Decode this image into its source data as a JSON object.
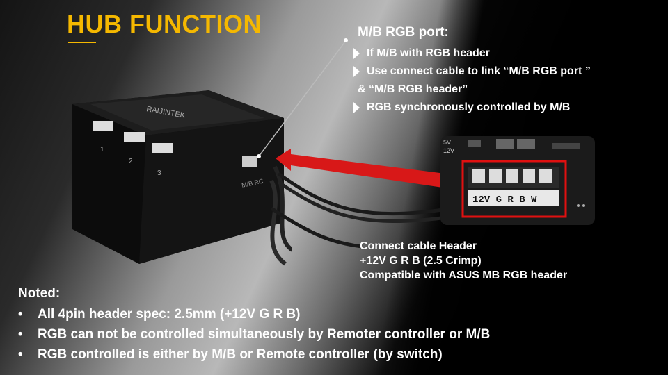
{
  "slide": {
    "title": "HUB FUNCTION",
    "mb_port": {
      "heading": "M/B RGB port:",
      "lines": [
        "If M/B with RGB header",
        "Use connect cable to link “M/B RGB port ”",
        "& “M/B RGB header”",
        "RGB synchronously  controlled  by M/B"
      ]
    },
    "connect_cable": [
      "Connect  cable Header",
      "+12V G R B (2.5 Crimp)",
      "Compatible  with ASUS MB RGB header"
    ],
    "noted": {
      "title": "Noted:",
      "items": [
        {
          "prefix": "All 4pin header spec: 2.5mm ",
          "underlined": "(+12V G R B)"
        },
        {
          "prefix": "RGB can not be controlled simultaneously by Remoter controller or M/B",
          "underlined": ""
        },
        {
          "prefix": "RGB controlled is either by M/B or Remote controller (by switch)",
          "underlined": ""
        }
      ]
    },
    "hub_device": {
      "brand": "RAIJINTEK",
      "port_numbers": [
        "1",
        "2",
        "3"
      ],
      "mb_port_label": "M/B RC"
    },
    "mb_header": {
      "pins": "12V G R B W",
      "top_labels": [
        "5V",
        "12V"
      ]
    },
    "colors": {
      "title": "#f5b800",
      "arrow": "#d81818",
      "highlight_box": "#e01010"
    }
  }
}
